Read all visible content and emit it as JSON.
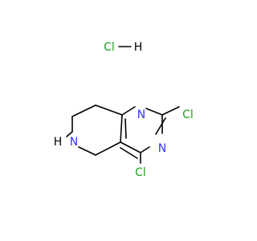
{
  "molecule": {
    "colors": {
      "carbon_bond": "#000000",
      "nitrogen": "#3333ff",
      "chlorine": "#1fa01f",
      "hydrogen_chloride": "#1fa01f"
    },
    "salt": {
      "cl_label": "Cl",
      "h_label": "H"
    },
    "atoms": {
      "n_upper": "N",
      "n_lower": "N",
      "nh": "N",
      "nh_h": "H",
      "cl_right": "Cl",
      "cl_bottom": "Cl"
    }
  }
}
